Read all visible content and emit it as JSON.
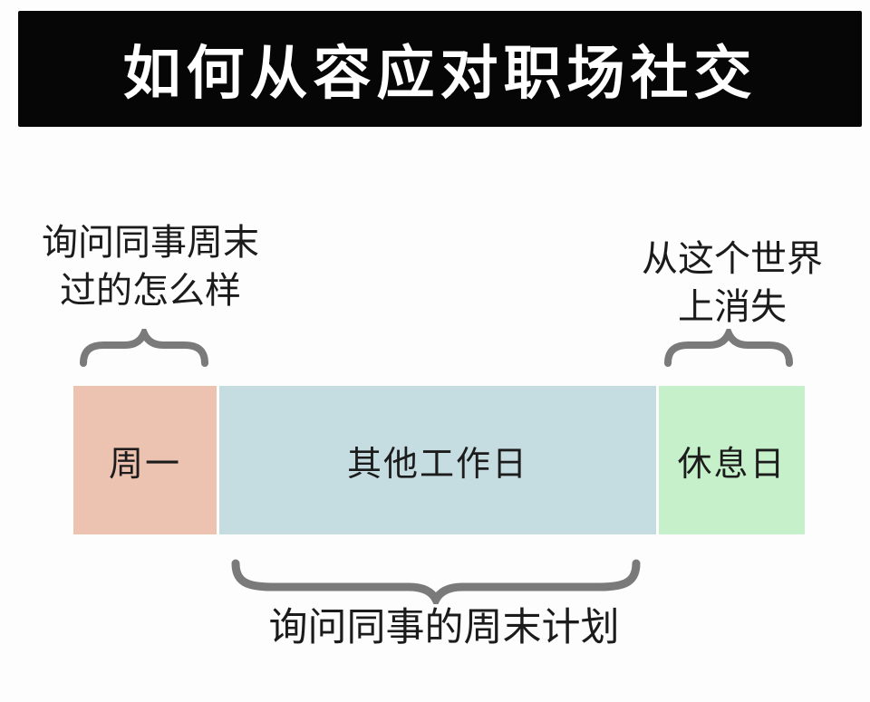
{
  "title": "如何从容应对职场社交",
  "annotations": {
    "left": {
      "line1": "询问同事周末",
      "line2": "过的怎么样",
      "target_segment": "周一"
    },
    "right": {
      "line1": "从这个世界",
      "line2": "上消失",
      "target_segment": "休息日"
    },
    "bottom": {
      "text": "询问同事的周末计划",
      "target_segment": "其他工作日"
    }
  },
  "timeline": {
    "segments": [
      {
        "label": "周一",
        "color": "#ecc2b0",
        "width_pct": 19.6
      },
      {
        "label": "其他工作日",
        "color": "#c5dce1",
        "width_pct": 60.0
      },
      {
        "label": "休息日",
        "color": "#c6f0ca",
        "width_pct": 20.4
      }
    ]
  },
  "icons": {
    "left_brace": "curly-brace-pointing-up",
    "right_brace": "curly-brace-pointing-up",
    "bottom_brace": "curly-brace-pointing-down"
  },
  "colors": {
    "banner_background": "#060606",
    "banner_text": "#ffffff",
    "page_background": "#fdfdfd",
    "annotation_text": "#1b1b1b",
    "brace_stroke": "#7a7a7a",
    "segment_monday": "#ecc2b0",
    "segment_weekdays": "#c5dce1",
    "segment_restday": "#c6f0ca"
  }
}
